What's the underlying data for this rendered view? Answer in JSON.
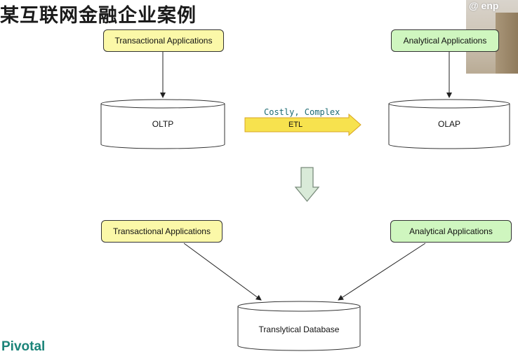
{
  "title": "某互联网金融企业案例",
  "watermark": "@ enp",
  "top": {
    "left_app": "Transactional Applications",
    "right_app": "Analytical Applications",
    "left_db": "OLTP",
    "right_db": "OLAP",
    "etl_note": "Costly, Complex",
    "etl_label": "ETL"
  },
  "bottom": {
    "left_app": "Transactional Applications",
    "right_app": "Analytical Applications",
    "db": "Translytical Database"
  },
  "logo": "Pivotal",
  "colors": {
    "app_yellow": "#fbf8a8",
    "app_green": "#cff6bf",
    "etl_arrow": "#f7e24e",
    "down_arrow": "#d9ead8",
    "etl_note": "#1f6c74",
    "logo": "#1b8479"
  }
}
